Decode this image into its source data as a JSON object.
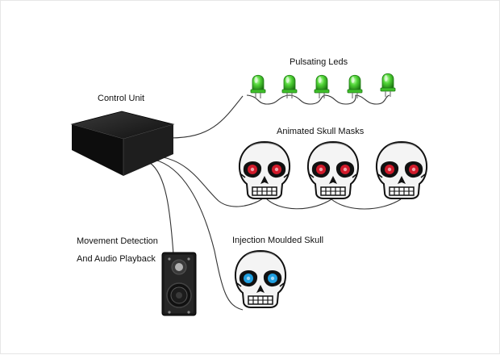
{
  "labels": {
    "control_unit": "Control Unit",
    "pulsating_leds": "Pulsating Leds",
    "animated_skull_masks": "Animated Skull Masks",
    "injection_moulded_skull": "Injection Moulded Skull",
    "movement_detection": "Movement Detection",
    "audio_playback": "And Audio Playback"
  },
  "colors": {
    "led": "#3fbf2a",
    "led_dark": "#1f7a14",
    "eye_red": "#d11a2a",
    "eye_blue": "#1f9fe0",
    "box": "#111111",
    "wire": "#333333"
  },
  "components": {
    "led_count": 5,
    "skull_mask_count": 3,
    "icons": [
      "control-box-icon",
      "led-icon",
      "skull-icon",
      "sensor-speaker-icon"
    ]
  }
}
